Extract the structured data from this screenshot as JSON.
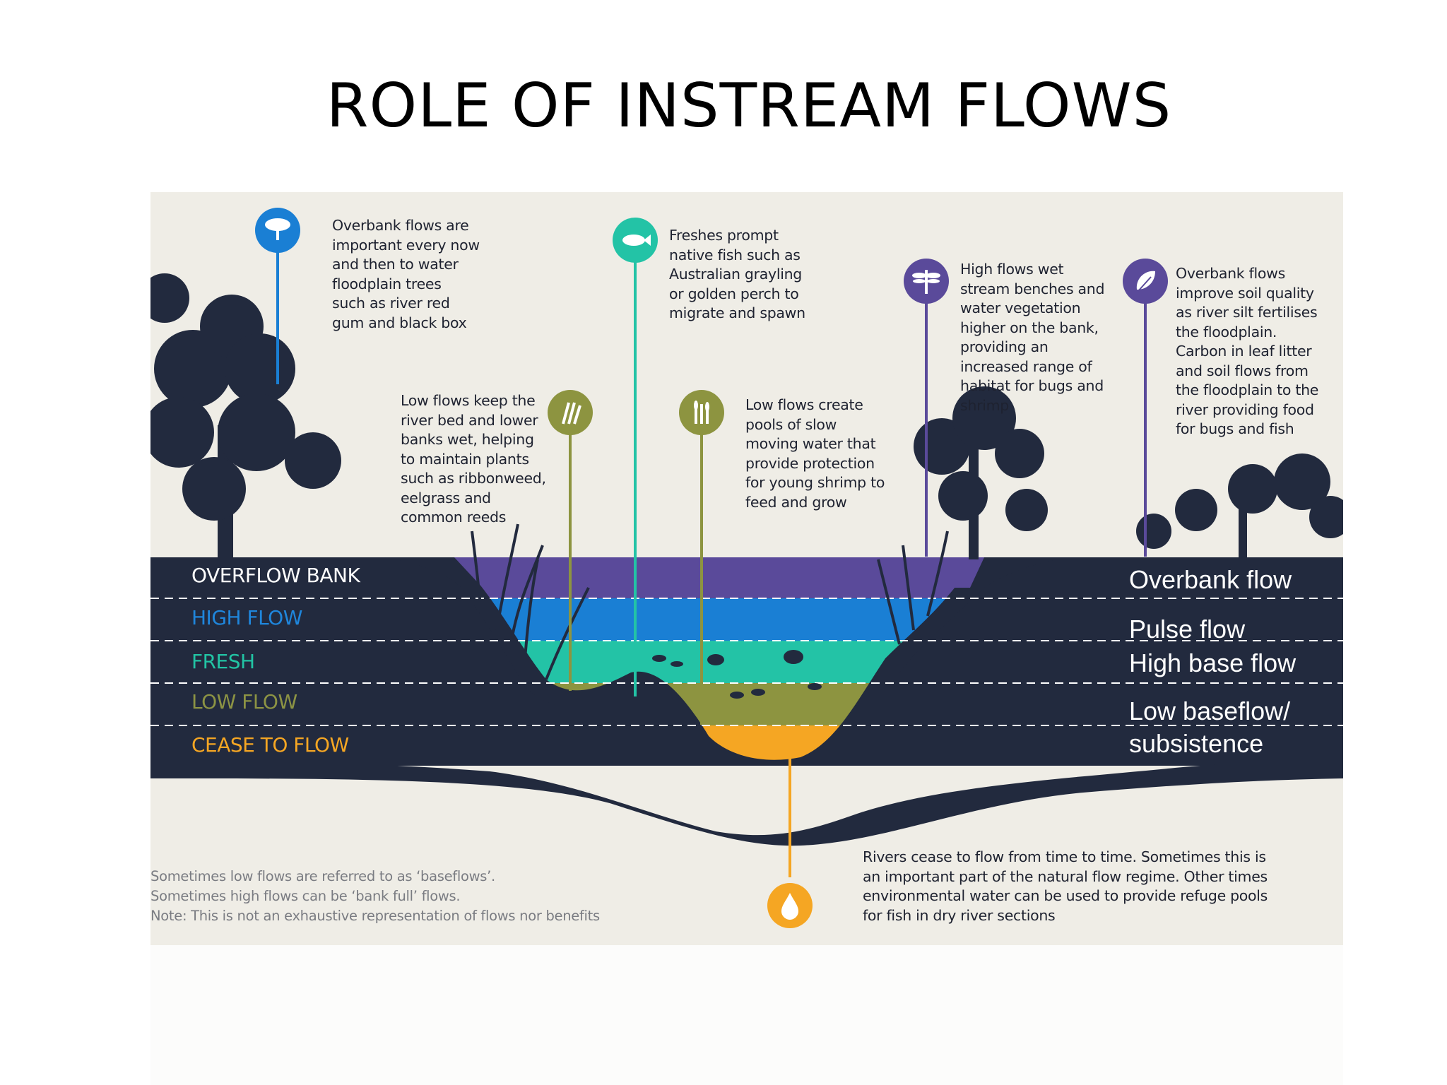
{
  "title": "ROLE OF INSTREAM FLOWS",
  "colors": {
    "overbank": "#5a4a9a",
    "high": "#1a7fd4",
    "fresh": "#23c3a6",
    "low": "#8d9440",
    "cease": "#f5a623",
    "ground": "#222a3e",
    "background": "#efede6"
  },
  "annotations": {
    "overbank_trees": "Overbank flows are\nimportant every now\nand then to water\nfloodplain trees\nsuch as river red\ngum and black box",
    "freshes_fish": "Freshes prompt\nnative fish such as\nAustralian grayling\nor golden perch to\nmigrate and spawn",
    "high_flows": "High flows wet\nstream benches and\nwater vegetation\nhigher on the bank,\nproviding an\nincreased range of\nhabitat for bugs and\nshrimp",
    "overbank_soil": "Overbank flows\nimprove soil quality\nas river silt  fertilises\nthe floodplain.\nCarbon in leaf litter\nand soil flows from\nthe floodplain to the\nriver providing food\nfor bugs and fish",
    "low_flows_plants": "Low flows keep the\nriver bed and lower\nbanks wet, helping\nto maintain plants\nsuch as ribbonweed,\neelgrass and\ncommon reeds",
    "low_flows_pools": "Low flows create\npools of slow\nmoving water that\nprovide protection\nfor young shrimp to\nfeed and grow",
    "cease_note": "Rivers cease to flow from time to time. Sometimes this is\nan important part of the natural flow regime. Other times\nenvironmental water can be used to provide refuge pools\nfor fish in dry river sections",
    "footnote": "Sometimes low flows are referred to as ‘baseflows’.\nSometimes high flows can be ‘bank full’ flows.\nNote: This is not an exhaustive representation of flows nor benefits"
  },
  "levels": [
    {
      "label": "OVERFLOW BANK",
      "color": "#ffffff"
    },
    {
      "label": "HIGH FLOW",
      "color": "#1f86dc"
    },
    {
      "label": "FRESH",
      "color": "#22c4a4"
    },
    {
      "label": "LOW FLOW",
      "color": "#8c9344"
    },
    {
      "label": "CEASE TO FLOW",
      "color": "#f5a623"
    }
  ],
  "right_labels": {
    "overbank": "Overbank flow",
    "pulse": "Pulse flow",
    "high_base": "High base flow",
    "low_base": "Low baseflow/\nsubsistence"
  },
  "icons": {
    "tree": "tree-icon",
    "fish": "fish-icon",
    "dragonfly": "dragonfly-icon",
    "leaf": "leaf-icon",
    "reeds": "reeds-icon",
    "water_drop": "water-drop-icon"
  }
}
